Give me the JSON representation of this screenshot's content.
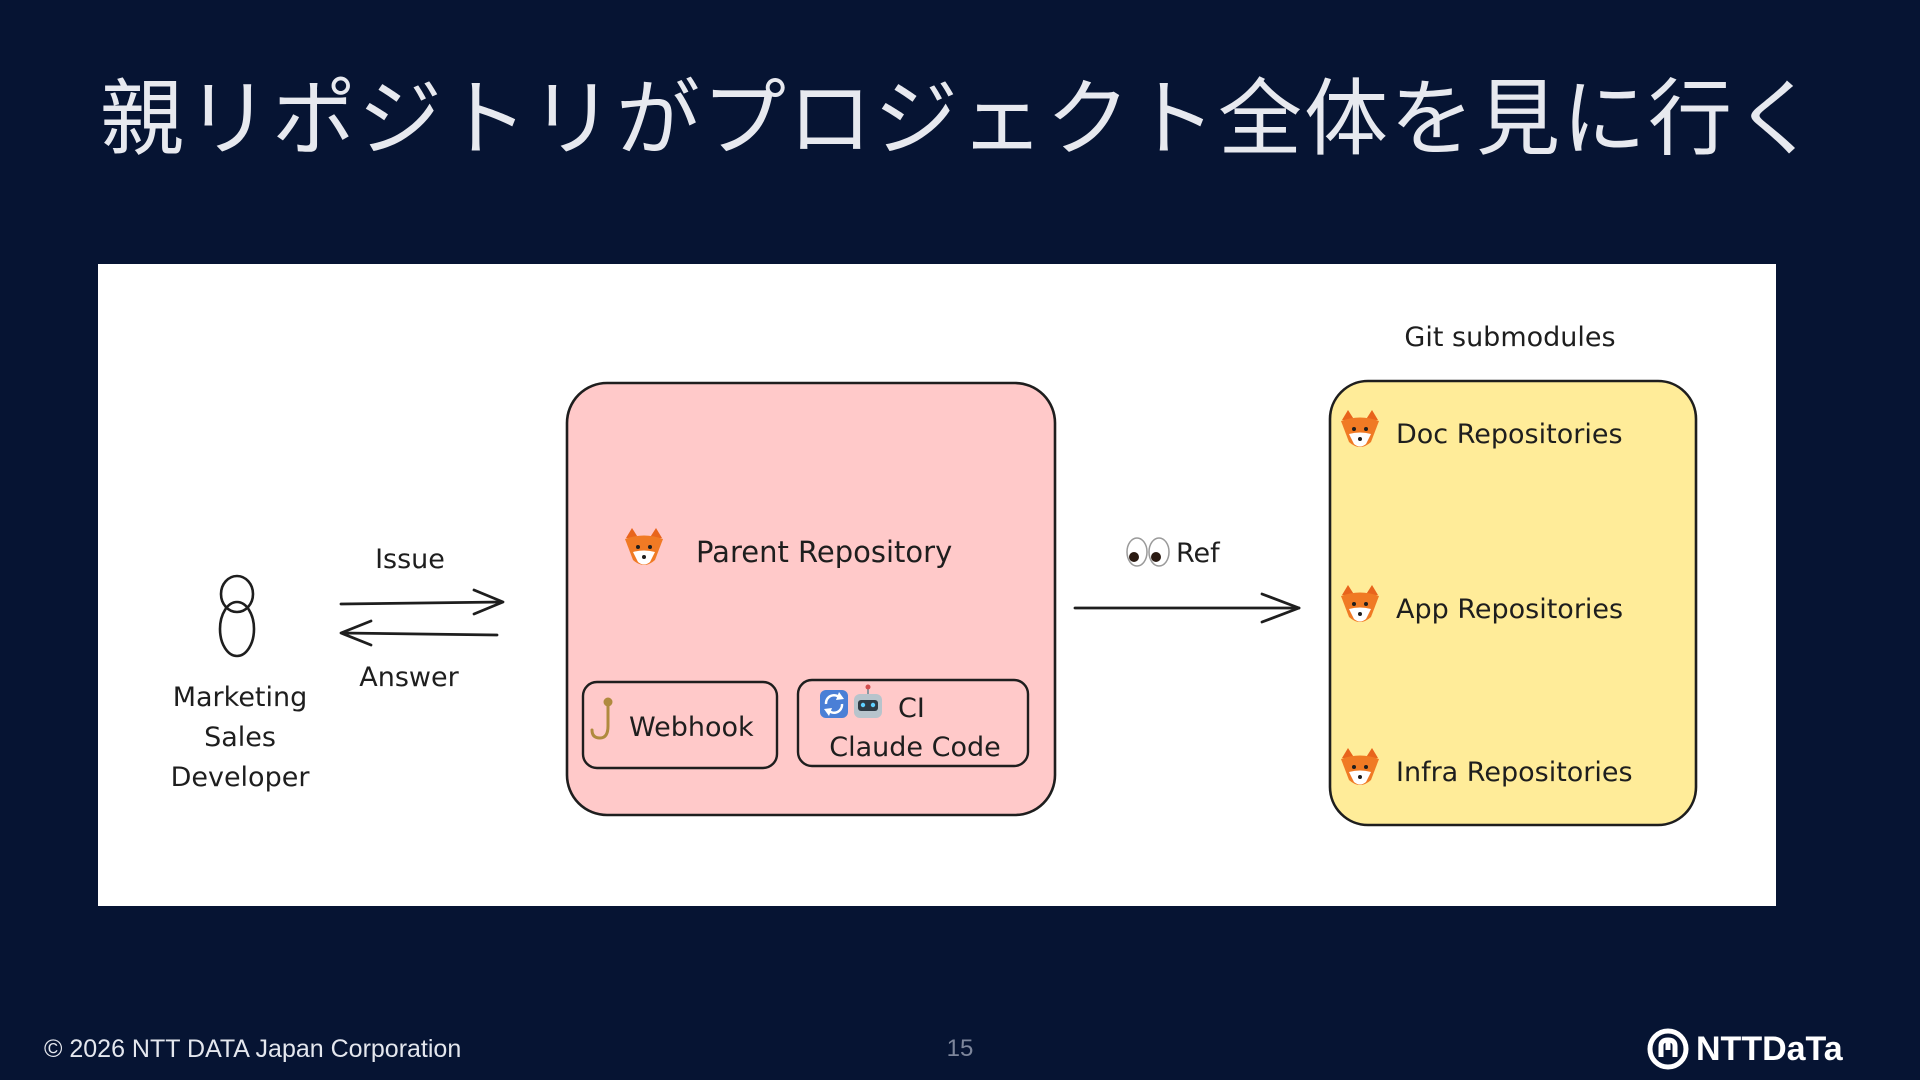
{
  "slide": {
    "title": "親リポジトリがプロジェクト全体を見に行く",
    "page_number": "15",
    "copyright": "© 2026 NTT DATA Japan Corporation",
    "logo_text": "NTTDaTa",
    "colors": {
      "background": "#061433",
      "panel": "#ffffff",
      "parent_box": "#ffc9c9",
      "submodule_box": "#ffec99",
      "stroke": "#1e1e1e"
    }
  },
  "diagram": {
    "actor": {
      "icon": "person-icon",
      "roles": [
        "Marketing",
        "Sales",
        "Developer"
      ]
    },
    "arrow_issue": "Issue",
    "arrow_answer": "Answer",
    "parent": {
      "icon": "fox-icon",
      "label": "Parent Repository",
      "webhook": {
        "icon": "hook-icon",
        "label": "Webhook"
      },
      "ci": {
        "icons": [
          "refresh-icon",
          "robot-icon"
        ],
        "line1": "CI",
        "line2": "Claude Code"
      }
    },
    "arrow_ref": {
      "icon": "eyes-icon",
      "label": "Ref"
    },
    "submodules": {
      "heading": "Git submodules",
      "items": [
        {
          "icon": "fox-icon",
          "label": "Doc Repositories"
        },
        {
          "icon": "fox-icon",
          "label": "App Repositories"
        },
        {
          "icon": "fox-icon",
          "label": "Infra Repositories"
        }
      ]
    }
  }
}
